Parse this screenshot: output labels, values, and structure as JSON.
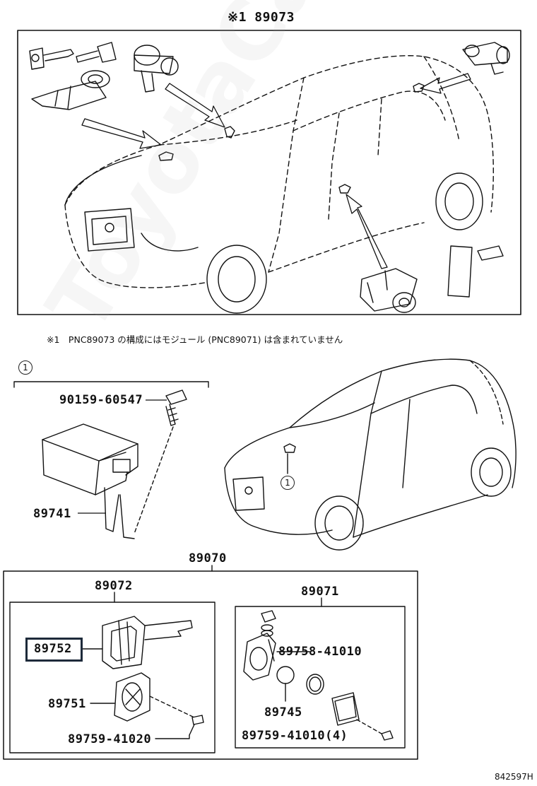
{
  "header": {
    "top_code": "※1 89073"
  },
  "note": "※1　PNC89073 の構成にはモジュール (PNC89071) は含まれていません",
  "circle_ref": "1",
  "parts": {
    "bolt": "90159-60547",
    "module": "89741",
    "kit": "89070",
    "key_set": "89072",
    "transponder": "89752",
    "key_plate": "89751",
    "key_screw": "89759-41020",
    "module_set": "89071",
    "module_seal": "89758-41010",
    "chip": "89745",
    "module_screw": "89759-41010(4)"
  },
  "ref_code": "842597H",
  "watermark": "ToyotaCarMine.ru",
  "colors": {
    "line": "#111111",
    "highlight_border": "#1d2a3a"
  }
}
